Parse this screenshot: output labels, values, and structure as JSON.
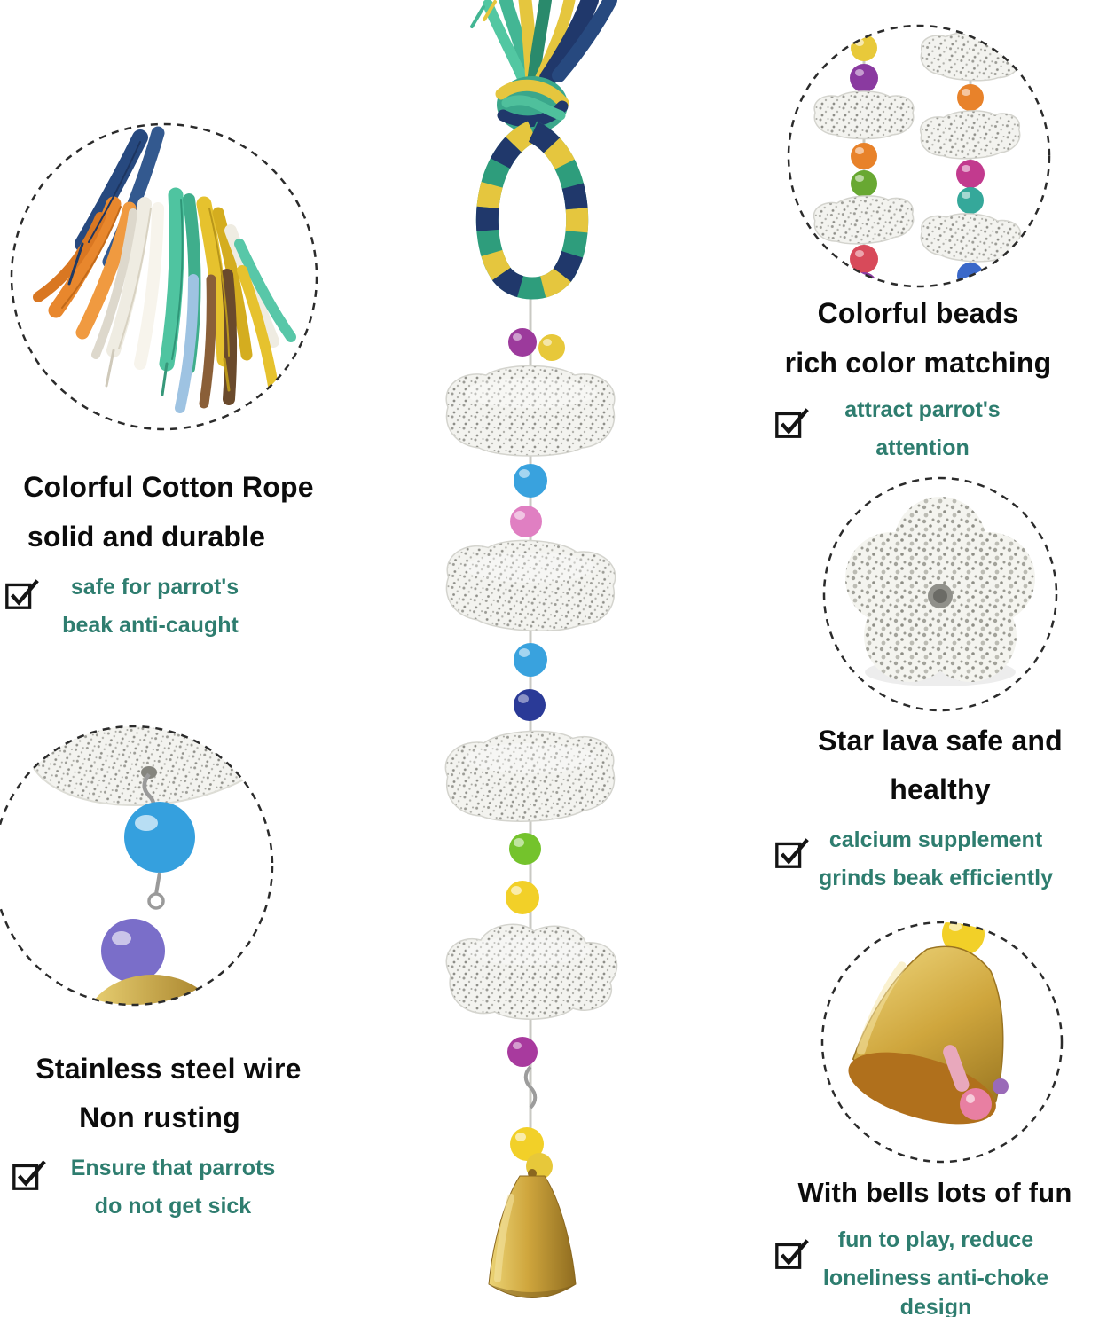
{
  "image_type": "product-infographic",
  "colors": {
    "background": "#ffffff",
    "heading_text": "#0c0c0c",
    "feature_text": "#2e7d6f",
    "rope_teal": "#43b694",
    "rope_yellow": "#e5c63e",
    "rope_navy": "#27497f",
    "lava_stone_white": "#f3f3ef",
    "bell_gold": "#cfa63d",
    "bead_blue": "#39a2de",
    "bead_pink": "#e07fc2",
    "bead_purple": "#9c3a9c",
    "bead_green": "#74c32c",
    "bead_yellow": "#f2d028",
    "bead_navy": "#2a3a97"
  },
  "callouts": {
    "cotton_rope": {
      "title_line1": "Colorful Cotton Rope",
      "title_line2": "solid and durable",
      "check_line1": "safe for parrot's",
      "check_line2": "beak anti-caught"
    },
    "beads": {
      "title_line1": "Colorful beads",
      "title_line2": "rich color matching",
      "check_line1": "attract parrot's",
      "check_line2": "attention"
    },
    "star_lava": {
      "title_line1": "Star lava safe and",
      "title_line2": "healthy",
      "check_line1": "calcium supplement",
      "check_line2": "grinds beak efficiently"
    },
    "steel_wire": {
      "title_line1": "Stainless steel wire",
      "title_line2": "Non rusting",
      "check_line1": "Ensure that parrots",
      "check_line2": "do not get sick"
    },
    "bells": {
      "title_line1": "With bells lots of fun",
      "check_line1": "fun to play, reduce",
      "check_line2": "loneliness anti-choke",
      "check_line3": "design"
    }
  }
}
